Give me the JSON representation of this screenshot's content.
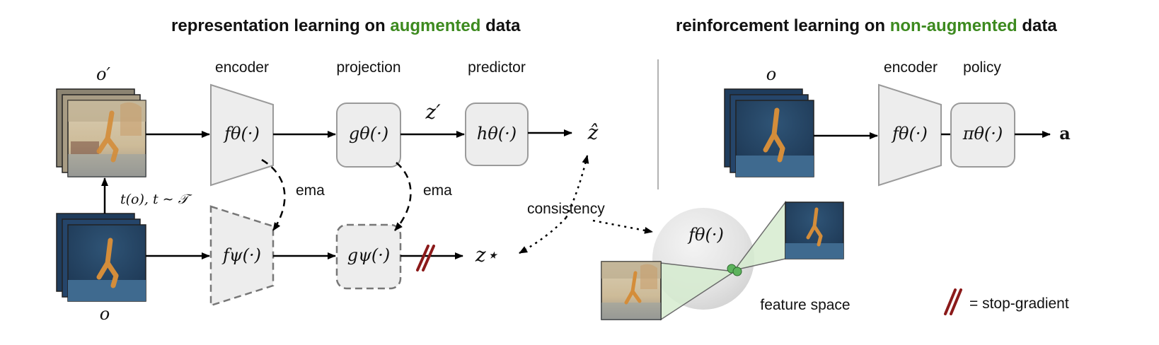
{
  "titles": {
    "left": {
      "pre": "representation learning on ",
      "highlight": "augmented",
      "post": " data"
    },
    "right": {
      "pre": "reinforcement learning on ",
      "highlight": "non-augmented",
      "post": " data"
    }
  },
  "column_labels": {
    "encoder": "encoder",
    "projection": "projection",
    "predictor": "predictor",
    "encoder_right": "encoder",
    "policy": "policy"
  },
  "math": {
    "o_prime": "o′",
    "o_bottom": "o",
    "o_right": "o",
    "augment": "t(o), t ∼ 𝒯",
    "f_theta": "fθ(·)",
    "g_theta": "gθ(·)",
    "h_theta": "hθ(·)",
    "f_psi": "fψ(·)",
    "g_psi": "gψ(·)",
    "z_prime": "z′",
    "z_hat": "ẑ",
    "z_star": "z⋆",
    "f_theta_right": "fθ(·)",
    "pi_theta": "πθ(·)",
    "action": "a",
    "f_theta_sphere": "fθ(·)"
  },
  "edge_labels": {
    "ema_1": "ema",
    "ema_2": "ema",
    "consistency": "consistency",
    "feature_space": "feature space",
    "stop_gradient_legend": "= stop-gradient"
  },
  "colors": {
    "title_green": "#3d8a1f",
    "box_fill": "#ededed",
    "box_stroke": "#9a9a9a",
    "stop_gradient": "#8b1a1a",
    "cone_fill": "#d6ecd0",
    "feature_point": "#5db35d"
  }
}
